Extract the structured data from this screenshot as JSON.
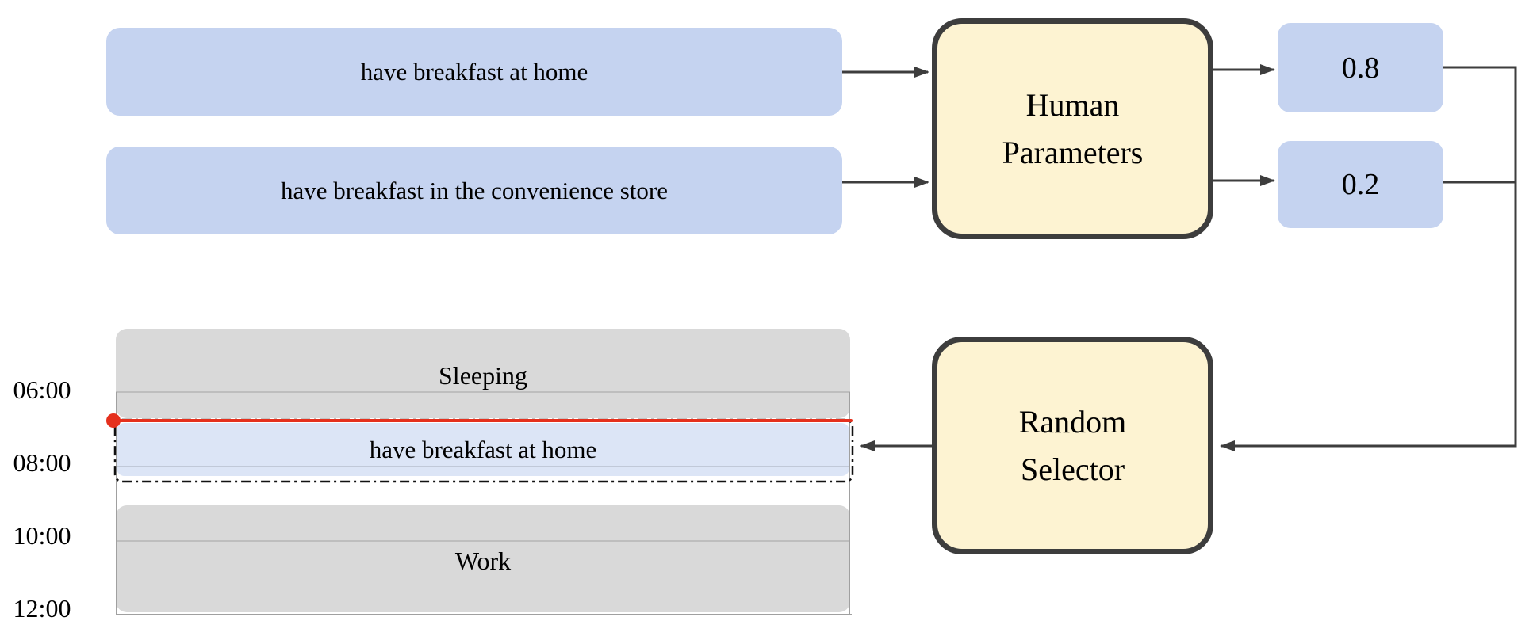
{
  "figure": {
    "options": [
      {
        "label": "have breakfast at home"
      },
      {
        "label": "have breakfast in the convenience store"
      }
    ],
    "human_parameters": {
      "line1": "Human",
      "line2": "Parameters"
    },
    "probabilities": [
      {
        "value": "0.8"
      },
      {
        "value": "0.2"
      }
    ],
    "random_selector": {
      "line1": "Random",
      "line2": "Selector"
    },
    "schedule": {
      "time_labels": [
        "06:00",
        "08:00",
        "10:00",
        "12:00"
      ],
      "blocks": [
        {
          "label": "Sleeping",
          "state": "existing"
        },
        {
          "label": "have breakfast at home",
          "state": "selected"
        },
        {
          "label": "Work",
          "state": "existing"
        }
      ]
    },
    "colors": {
      "option_box_blue": "#c5d3f0",
      "schedule_block_blue": "#dce5f6",
      "schedule_block_gray": "#d9d9d9",
      "process_box_fill": "#fdf3d2",
      "process_box_border": "#3d3d3d",
      "connector": "#3d3d3d",
      "current_time_red": "#e5301d",
      "axis_gray": "#a0a0a0"
    }
  }
}
